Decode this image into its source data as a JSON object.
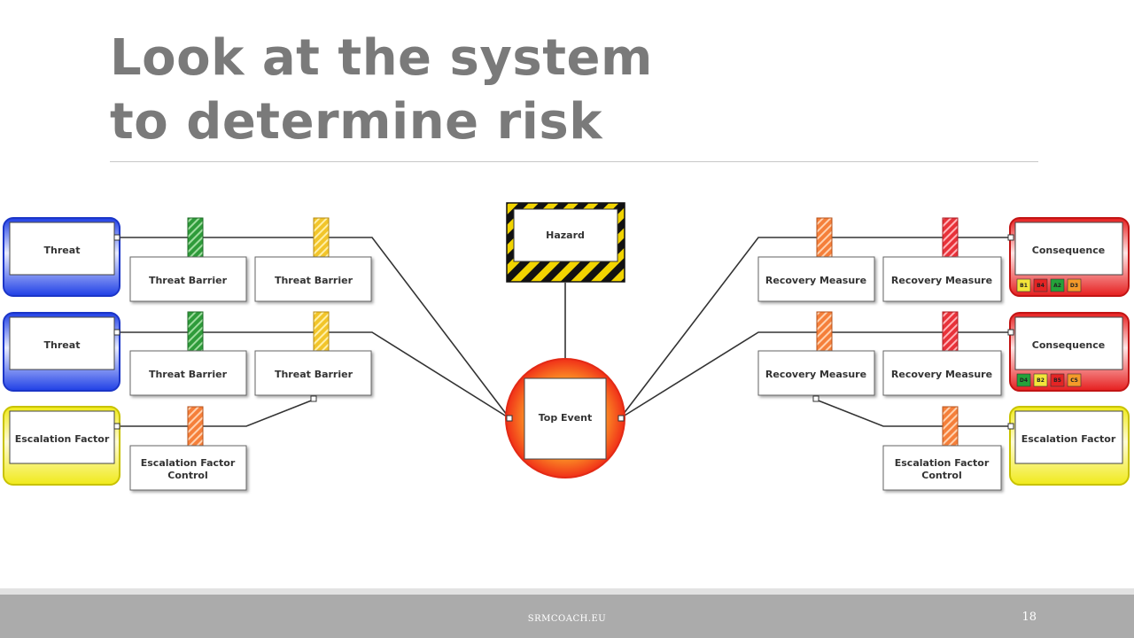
{
  "slide": {
    "title_line1": "Look at the system",
    "title_line2": "to determine risk",
    "footer": "SRMCOACH.EU",
    "page_number": "18"
  },
  "diagram": {
    "hazard": "Hazard",
    "top_event": "Top Event",
    "threats": [
      "Threat",
      "Threat"
    ],
    "left_escalation_factor": "Escalation Factor",
    "threat_barriers": [
      "Threat Barrier",
      "Threat Barrier",
      "Threat Barrier",
      "Threat Barrier"
    ],
    "left_escalation_control": [
      "Escalation Factor",
      "Control"
    ],
    "recovery_measures": [
      "Recovery Measure",
      "Recovery Measure",
      "Recovery Measure",
      "Recovery Measure"
    ],
    "right_escalation_control": [
      "Escalation Factor",
      "Control"
    ],
    "consequences": [
      {
        "label": "Consequence",
        "badges": [
          "B1",
          "B4",
          "A2",
          "D3"
        ]
      },
      {
        "label": "Consequence",
        "badges": [
          "D4",
          "B2",
          "B5",
          "C5"
        ]
      }
    ],
    "right_escalation_factor": "Escalation Factor",
    "colors": {
      "threat": "#1f3fe6",
      "escalation": "#f0ea1a",
      "consequence": "#e61e1e",
      "barrier_green": "#2e9b3a",
      "barrier_yellow": "#f2c52a",
      "barrier_orange": "#f57f3a",
      "barrier_red": "#e8323a",
      "hazard_stripe": "#f2d400"
    }
  }
}
